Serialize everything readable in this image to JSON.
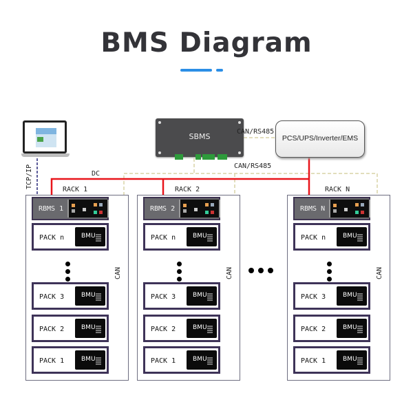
{
  "header": {
    "title": "BMS Diagram",
    "accent_color": "#2b8ee6"
  },
  "colors": {
    "dc_line": "#e8141a",
    "can_rs485_line": "#d9d3a6",
    "can_bus_line": "#2a3e7c",
    "tcp_ip_line": "#5d5d9a"
  },
  "top": {
    "laptop": {
      "icon": "laptop-icon"
    },
    "sbms": {
      "label": "SBMS"
    },
    "pcs": {
      "label": "PCS/UPS/Inverter/EMS"
    }
  },
  "connections": {
    "tcp_ip": "TCP/IP",
    "dc": "DC",
    "can_rs485_top": "CAN/RS485",
    "can_rs485_mid": "CAN/RS485",
    "can": "CAN"
  },
  "racks": [
    {
      "label": "RACK 1",
      "rbms": "RBMS 1",
      "packs_top": [
        {
          "label": "PACK n",
          "bmu": "BMU"
        }
      ],
      "packs_bottom": [
        {
          "label": "PACK 3",
          "bmu": "BMU"
        },
        {
          "label": "PACK 2",
          "bmu": "BMU"
        },
        {
          "label": "PACK 1",
          "bmu": "BMU"
        }
      ],
      "can_label": "CAN"
    },
    {
      "label": "RACK 2",
      "rbms": "RBMS 2",
      "packs_top": [
        {
          "label": "PACK n",
          "bmu": "BMU"
        }
      ],
      "packs_bottom": [
        {
          "label": "PACK 3",
          "bmu": "BMU"
        },
        {
          "label": "PACK 2",
          "bmu": "BMU"
        },
        {
          "label": "PACK 1",
          "bmu": "BMU"
        }
      ],
      "can_label": "CAN"
    },
    {
      "label": "RACK N",
      "rbms": "RBMS N",
      "packs_top": [
        {
          "label": "PACK n",
          "bmu": "BMU"
        }
      ],
      "packs_bottom": [
        {
          "label": "PACK 3",
          "bmu": "BMU"
        },
        {
          "label": "PACK 2",
          "bmu": "BMU"
        },
        {
          "label": "PACK 1",
          "bmu": "BMU"
        }
      ],
      "can_label": "CAN"
    }
  ]
}
